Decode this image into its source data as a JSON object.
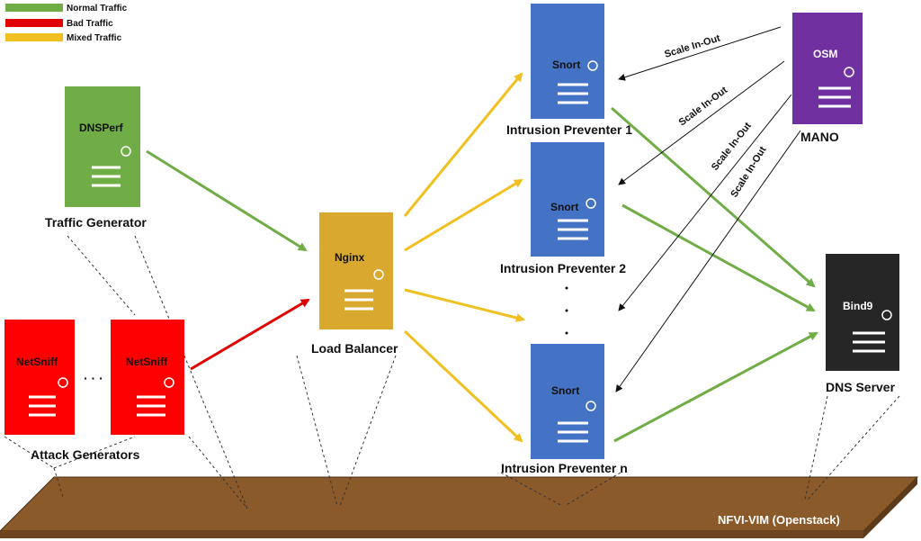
{
  "legend": {
    "normal": "Normal Traffic",
    "bad": "Bad Traffic",
    "mixed": "Mixed Traffic"
  },
  "colors": {
    "normal": "#70ad47",
    "bad": "#e00000",
    "mixed": "#f0c020",
    "server_green": "#70ad47",
    "server_red": "#ff0000",
    "server_gold": "#d9a82e",
    "server_blue": "#4472c4",
    "server_purple": "#7030a0",
    "server_black": "#262626",
    "platform": "#8b5a2b"
  },
  "nodes": {
    "dnsperf": {
      "name": "DNSPerf",
      "caption": "Traffic Generator"
    },
    "netsniff1": {
      "name": "NetSniff"
    },
    "netsniff2": {
      "name": "NetSniff"
    },
    "attack_caption": "Attack Generators",
    "attack_ellipsis": "· · ·",
    "nginx": {
      "name": "Nginx",
      "caption": "Load Balancer"
    },
    "snort1": {
      "name": "Snort",
      "caption": "Intrusion Preventer 1"
    },
    "snort2": {
      "name": "Snort",
      "caption": "Intrusion Preventer 2"
    },
    "snortn": {
      "name": "Snort",
      "caption": "Intrusion Preventer n"
    },
    "osm": {
      "name": "OSM",
      "caption": "MANO"
    },
    "bind9": {
      "name": "Bind9",
      "caption": "DNS Server"
    }
  },
  "scale_label": "Scale In-Out",
  "platform_label": "NFVI-VIM (Openstack)"
}
